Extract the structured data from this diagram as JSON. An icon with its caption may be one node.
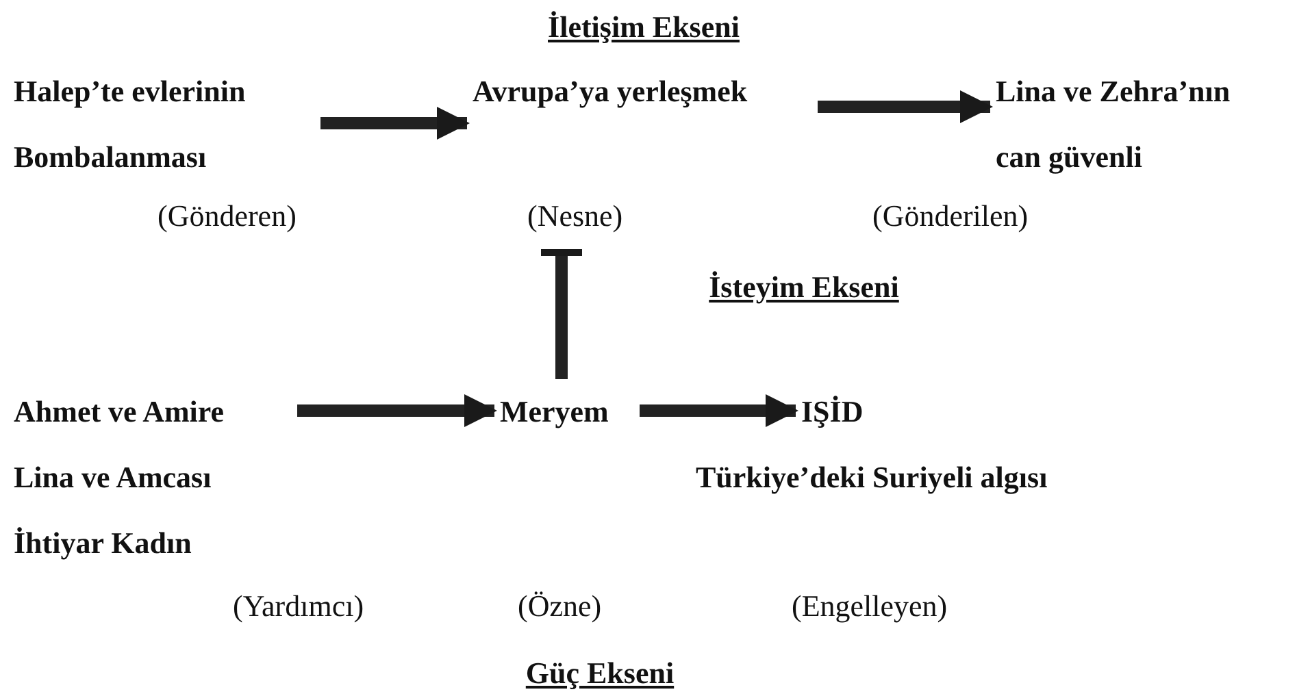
{
  "diagram": {
    "nodes": [
      {
        "text": [
          "Halep’te evlerinin Bombalanması"
        ],
        "beside": [
          "(Gönderen)"
        ]
      },
      {
        "text": [
          "Avrupa’ya yerleşmek"
        ],
        "beside": [
          "(Nesne)"
        ]
      },
      {
        "text": [
          "Lina ve Zehra’nın can güvenli"
        ],
        "beside": [
          "(Gönderilen)"
        ]
      },
      {
        "text": [
          "Ahmet ve Amire",
          "Lina ve Amcası",
          "İhtiyar Kadın"
        ],
        "beside": [
          "(Yardımcı)"
        ]
      },
      {
        "text": [
          "Meryem"
        ],
        "beside": [
          "(Özne)"
        ]
      },
      {
        "text": [
          "IŞİD",
          "Türkiye’deki Suriyeli algısı"
        ],
        "beside": [
          "(Engelleyen)"
        ]
      }
    ],
    "edges": [
      {
        "from": 0,
        "to": 1,
        "arrow": "to"
      },
      {
        "from": 1,
        "to": 2,
        "arrow": "to"
      },
      {
        "from": 4,
        "to": 1,
        "arrow": "other"
      },
      {
        "from": 3,
        "to": 4,
        "arrow": "to"
      },
      {
        "from": 4,
        "to": 5,
        "arrow": "to"
      }
    ],
    "labels": [
      "İletişim Ekseni",
      "İsteyim Ekseni",
      "Güç Ekseni"
    ]
  }
}
